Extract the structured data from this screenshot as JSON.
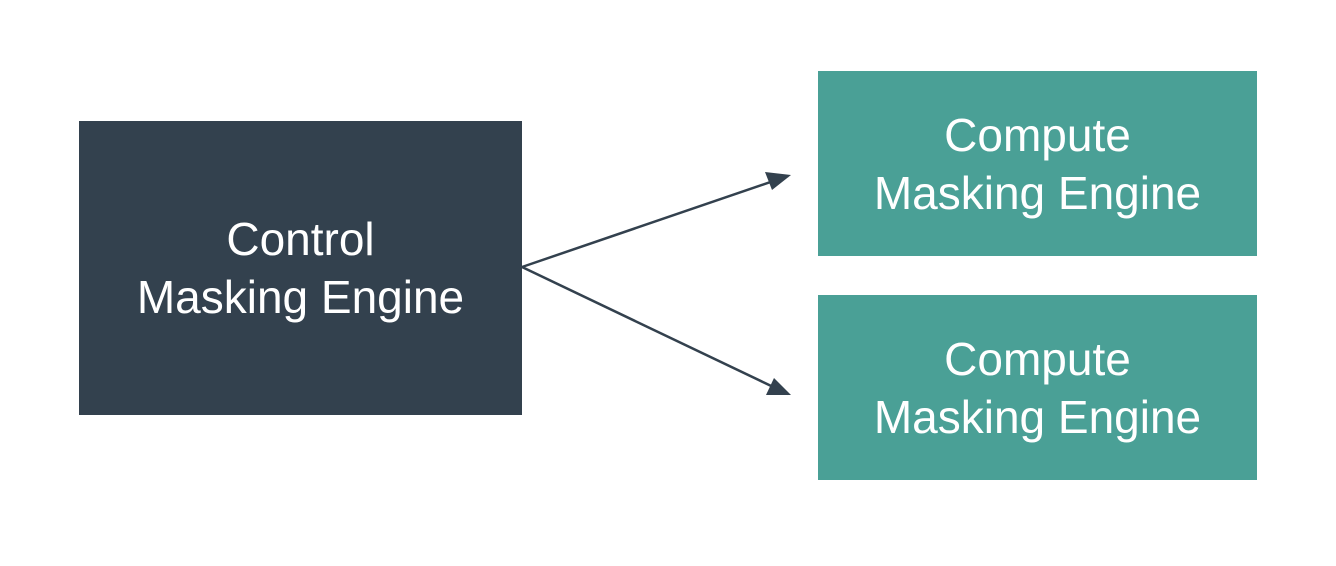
{
  "colors": {
    "control_fill": "#33414e",
    "compute_fill": "#4aa096",
    "edge": "#33414e",
    "text": "#ffffff"
  },
  "nodes": {
    "control": {
      "line1": "Control",
      "line2": "Masking Engine"
    },
    "compute_top": {
      "line1": "Compute",
      "line2": "Masking Engine"
    },
    "compute_bottom": {
      "line1": "Compute",
      "line2": "Masking Engine"
    }
  },
  "edges": [
    {
      "from": "control",
      "to": "compute_top"
    },
    {
      "from": "control",
      "to": "compute_bottom"
    }
  ]
}
